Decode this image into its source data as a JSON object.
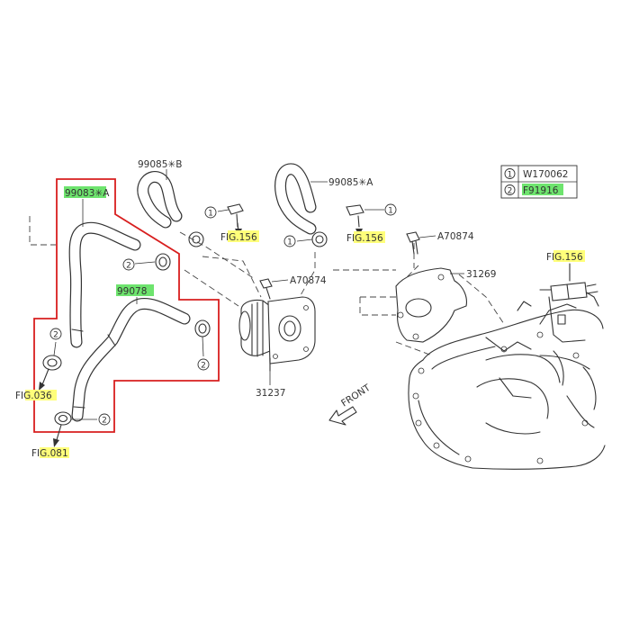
{
  "parts": {
    "p99085b": "99085✳B",
    "p99085a": "99085✳A",
    "p99083a": "99083✳A",
    "p99078": "99078",
    "p70874_top": "A70874",
    "p70874_mid": "A70874",
    "p31269": "31269",
    "p31237": "31237"
  },
  "figs": {
    "fig156_a": "FIG.156",
    "fig156_b": "FIG.156",
    "fig156_c": "FIG.156",
    "fig036": "FIG.036",
    "fig081": "FIG.081"
  },
  "callouts": {
    "one": "1",
    "two": "2"
  },
  "front_label": "FRONT",
  "legend": [
    {
      "num": "1",
      "code": "W170062"
    },
    {
      "num": "2",
      "code": "F91916"
    }
  ],
  "colors": {
    "outline": "#d81e1e",
    "part_highlight": "#6ee46e",
    "fig_highlight": "#ffff7a"
  }
}
